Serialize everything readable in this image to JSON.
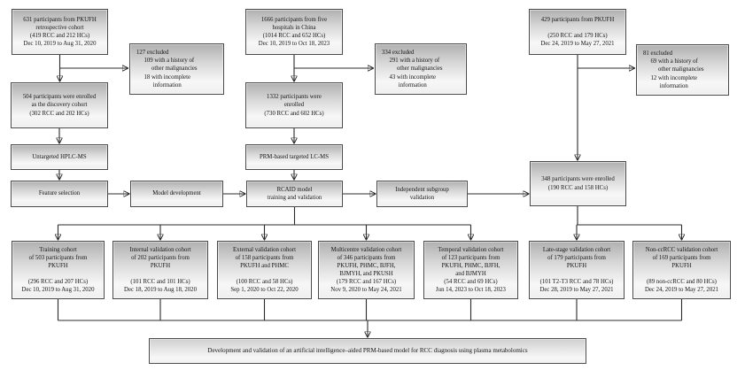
{
  "colors": {
    "connector_line": "#2b2b2b",
    "box_border": "#4a4a4a",
    "box_fill_top": "#b0b0b0",
    "box_fill_bottom": "#efefef",
    "text": "#141414"
  },
  "boxes": {
    "retrospective_cohort": {
      "lines": [
        "631 participants from PKUFH",
        "retrospective cohort",
        "(419 RCC and 212 HCs)",
        "Dec 10, 2019 to Aug 31, 2020"
      ]
    },
    "excluded_127": {
      "lines": [
        "127 excluded",
        "     109 with a history of",
        "          other malignancies",
        "     18 with incomplete",
        "           information"
      ]
    },
    "discovery_cohort": {
      "lines": [
        "504 participants were enrolled",
        "as the discovery cohort",
        "(302 RCC and 202 HCs)"
      ]
    },
    "untargeted_hplc_ms": {
      "lines": [
        "Untargeted HPLC-MS"
      ]
    },
    "feature_selection": {
      "lines": [
        "Feature selection"
      ]
    },
    "model_development": {
      "lines": [
        "Model development"
      ]
    },
    "five_hospitals": {
      "lines": [
        "1666 participants from five",
        "hospitals in China",
        "(1014 RCC and 652 HCs)",
        "Dec 10, 2019 to Oct 18, 2023"
      ]
    },
    "excluded_334": {
      "lines": [
        "334 excluded",
        "     291 with a history of",
        "          other malignancies",
        "     43 with incomplete",
        "           information"
      ]
    },
    "enrolled_1332": {
      "lines": [
        "1332 participants were",
        "enrolled",
        "(730 RCC and 602 HCs)"
      ]
    },
    "prm_targeted_lc_ms": {
      "lines": [
        "PRM-based targeted LC-MS"
      ]
    },
    "rcaid_model": {
      "lines": [
        "RCAID model",
        "training and validation"
      ]
    },
    "independent_subgroup": {
      "lines": [
        "Independent subgroup",
        "validation"
      ]
    },
    "pkufh_429": {
      "lines": [
        "429 participants from PKUFH",
        "",
        "(250 RCC and 179 HCs)",
        "Dec 24, 2019 to May 27, 2021"
      ]
    },
    "excluded_81": {
      "lines": [
        "81 excluded",
        "     69 with a history of",
        "          other malignancies",
        "     12 with incomplete",
        "           information"
      ]
    },
    "enrolled_348": {
      "lines": [
        "348 participants were enrolled",
        "(190 RCC and 158 HCs)"
      ]
    },
    "training_cohort": {
      "lines": [
        "Training cohort",
        "of 503 participants from",
        "PKUFH",
        "",
        "(296 RCC and 207 HCs)",
        "Dec 10, 2019 to Aug 31, 2020"
      ]
    },
    "internal_validation": {
      "lines": [
        "Internal validation cohort",
        "of 202 participants from",
        "PKUFH",
        "",
        "(101 RCC and 101 HCs)",
        "Dec 18, 2019 to Aug 18, 2020"
      ]
    },
    "external_validation": {
      "lines": [
        "External validation cohort",
        "of 158 participants from",
        "PKUFH and PHMC",
        "",
        "(100 RCC and 58 HCs)",
        "Sep 1, 2020 to Oct 22, 2020"
      ]
    },
    "multicentre_validation": {
      "lines": [
        "Multicentre validation cohort",
        "of 346 participants from",
        "PKUFH, PHMC, BJFH,",
        "BJMYH, and PKUSH",
        "(179 RCC and 167 HCs)",
        "Nov 9, 2020 to May 24, 2021"
      ]
    },
    "temporal_validation": {
      "lines": [
        "Temporal validation cohort",
        "of 123 participants from",
        "PKUFH, PHMC, BJFH,",
        "and BJMYH",
        "(54 RCC and 69 HCs)",
        "Jun 14, 2023 to Oct 18, 2023"
      ]
    },
    "late_stage_validation": {
      "lines": [
        "Late-stage validation cohort",
        "of 179 participants from",
        "PKUFH",
        "",
        "(101 T2-T3 RCC and 78 HCs)",
        "Dec 28, 2019 to May 27, 2021"
      ]
    },
    "non_ccrcc_validation": {
      "lines": [
        "Non-ccRCC validation cohort",
        "of 169 participants from",
        "PKUFH",
        "",
        "(89 non-ccRCC and 80 HCs)",
        "Dec 24, 2019 to May 27, 2021"
      ]
    },
    "summary": {
      "lines": [
        "Development and validation of an artificial intelligence–aided PRM-based model for RCC diagnosis using plasma metabolomics"
      ]
    }
  }
}
